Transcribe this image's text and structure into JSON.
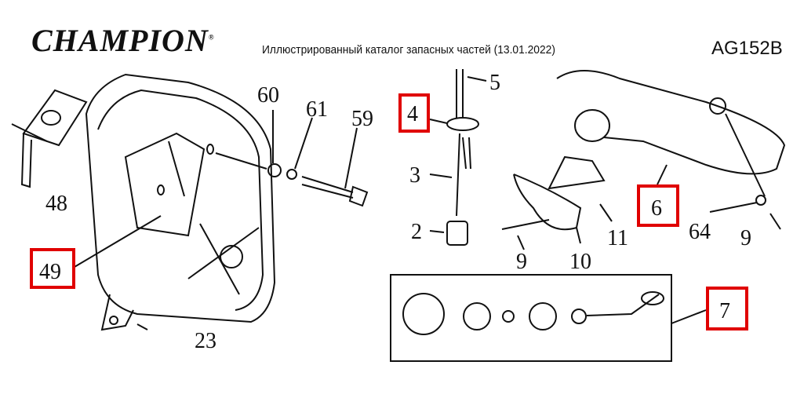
{
  "header": {
    "brand": "CHAMPION",
    "title": "Иллюстрированный каталог запасных частей (13.01.2022)",
    "model": "AG152B"
  },
  "callouts": {
    "p60": "60",
    "p61": "61",
    "p59": "59",
    "p48": "48",
    "p49": "49",
    "p23": "23",
    "p4": "4",
    "p5": "5",
    "p3": "3",
    "p2": "2",
    "p9a": "9",
    "p10": "10",
    "p11": "11",
    "p6": "6",
    "p64": "64",
    "p9b": "9",
    "p7": "7"
  },
  "highlight_color": "#e00000"
}
